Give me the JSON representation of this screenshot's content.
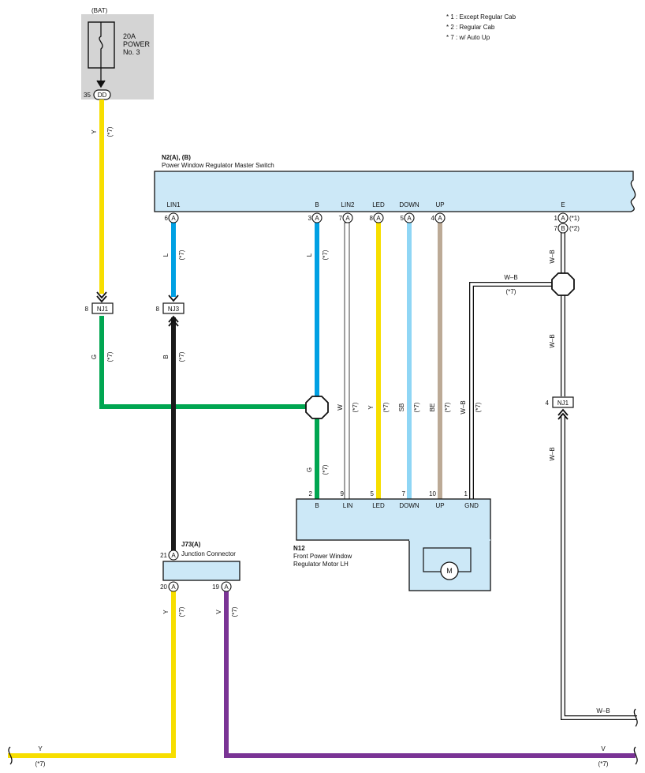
{
  "notes": [
    "* 1 : Except Regular Cab",
    "* 2 : Regular Cab",
    "* 7 : w/ Auto Up"
  ],
  "fuse": {
    "source": "(BAT)",
    "rating": "20A",
    "name_line1": "POWER",
    "name_line2": "No. 3",
    "pin": "35",
    "connector": "DD"
  },
  "master_switch": {
    "id": "N2(A), (B)",
    "name": "Power Window Regulator Master Switch",
    "terminals": [
      {
        "label": "LIN1",
        "pin": "6",
        "conn": "A"
      },
      {
        "label": "B",
        "pin": "3",
        "conn": "A"
      },
      {
        "label": "LIN2",
        "pin": "7",
        "conn": "A"
      },
      {
        "label": "LED",
        "pin": "8",
        "conn": "A"
      },
      {
        "label": "DOWN",
        "pin": "5",
        "conn": "A"
      },
      {
        "label": "UP",
        "pin": "4",
        "conn": "A"
      },
      {
        "label": "E",
        "pin": "1",
        "conn": "A",
        "note": "(*1)"
      }
    ],
    "e_alt": {
      "pin": "7",
      "conn": "B",
      "note": "(*2)"
    }
  },
  "motor": {
    "id": "N12",
    "name_line1": "Front Power Window",
    "name_line2": "Regulator Motor LH",
    "symbol": "M",
    "terminals": [
      {
        "label": "B",
        "pin": "2"
      },
      {
        "label": "LIN",
        "pin": "9"
      },
      {
        "label": "LED",
        "pin": "5"
      },
      {
        "label": "DOWN",
        "pin": "7"
      },
      {
        "label": "UP",
        "pin": "10"
      },
      {
        "label": "GND",
        "pin": "1"
      }
    ]
  },
  "junction": {
    "id": "J73(A)",
    "name": "Junction Connector",
    "pins": [
      {
        "pin": "21",
        "conn": "A"
      },
      {
        "pin": "20",
        "conn": "A"
      },
      {
        "pin": "19",
        "conn": "A"
      }
    ]
  },
  "connectors": [
    {
      "pin": "8",
      "name": "NJ1"
    },
    {
      "pin": "8",
      "name": "NJ3"
    },
    {
      "pin": "4",
      "name": "NJ1"
    }
  ],
  "wire_labels": {
    "y": "Y",
    "g": "G",
    "l": "L",
    "b": "B",
    "w": "W",
    "sb": "SB",
    "be": "BE",
    "wb": "W–B",
    "v": "V",
    "n7": "(*7)"
  },
  "colors": {
    "yellow": "#f7de00",
    "green": "#00a651",
    "blue": "#00a0e3",
    "black": "#1a1a1a",
    "lightblue": "#8fd6f5",
    "beige": "#bcaa96",
    "purple": "#7a3495",
    "box_fill": "#cce8f7",
    "fuse_bg": "#d4d4d4"
  }
}
